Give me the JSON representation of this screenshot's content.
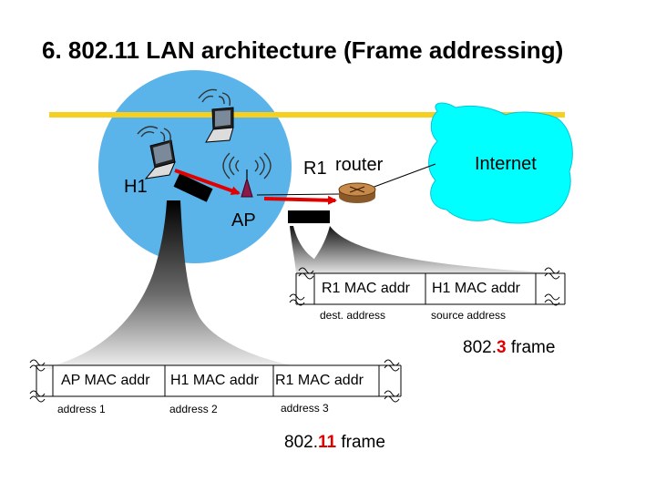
{
  "title": "6. 802.11 LAN architecture (Frame addressing)",
  "labels": {
    "h1": "H1",
    "ap": "AP",
    "r1": "R1",
    "router": "router",
    "internet": "Internet"
  },
  "frame_80211": {
    "fields": [
      "AP MAC addr",
      "H1 MAC addr",
      "R1 MAC addr"
    ],
    "field_labels": [
      "address 1",
      "address 2",
      "address 3"
    ],
    "name_prefix": "802.",
    "name_highlight": "11",
    "name_suffix": " frame"
  },
  "frame_8023": {
    "fields": [
      "R1 MAC addr",
      "H1 MAC addr"
    ],
    "field_labels": [
      "dest. address",
      "source address"
    ],
    "name_prefix": "802.",
    "name_highlight": "3",
    "name_suffix": " frame"
  },
  "colors": {
    "bss_circle": "#5ab4ea",
    "internet_cloud": "#00ffff",
    "backbone": "#f5d020",
    "arrow": "#e00000",
    "highlight_text": "#e00000",
    "router": "#c68a4a"
  },
  "icons": [
    "laptop-icon",
    "wireless-waves-icon",
    "antenna-icon",
    "router-icon",
    "cloud-icon",
    "frame-block-icon"
  ]
}
